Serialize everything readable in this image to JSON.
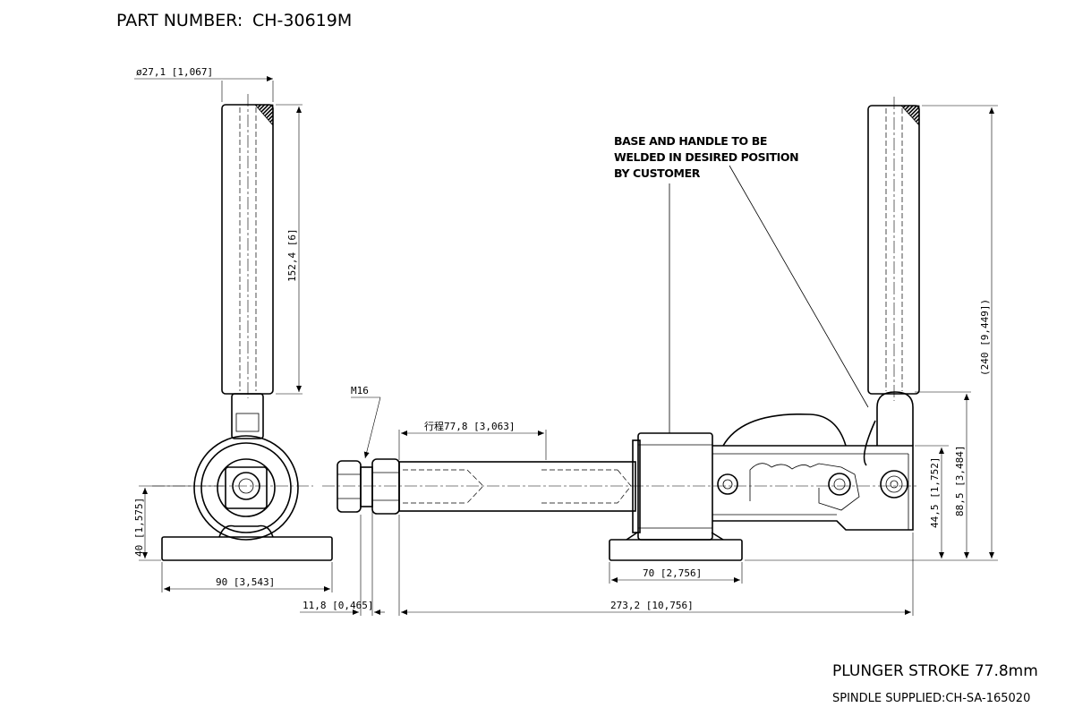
{
  "header": {
    "part_number_label": "PART NUMBER:",
    "part_number_value": "CH-30619M"
  },
  "note": {
    "line1": "BASE AND HANDLE TO BE",
    "line2": "WELDED IN DESIRED POSITION",
    "line3": "BY CUSTOMER"
  },
  "dimensions": {
    "handle_diameter": "ø27,1 [1,067]",
    "handle_length": "152,4 [6]",
    "thread": "M16",
    "stroke": "行程77,8 [3,063]",
    "side_height": "40 [1,575]",
    "base_width_side": "90 [3,543]",
    "nut_thickness": "11,8 [0,465]",
    "base_width_front": "70 [2,756]",
    "overall_length": "273,2 [10,756]",
    "overall_height": "(240 [9,449])",
    "body_height": "88,5 [3,484]",
    "axis_height": "44,5 [1,752]"
  },
  "footer": {
    "plunger_stroke": "PLUNGER STROKE 77.8mm",
    "spindle": "SPINDLE SUPPLIED:CH-SA-165020"
  }
}
